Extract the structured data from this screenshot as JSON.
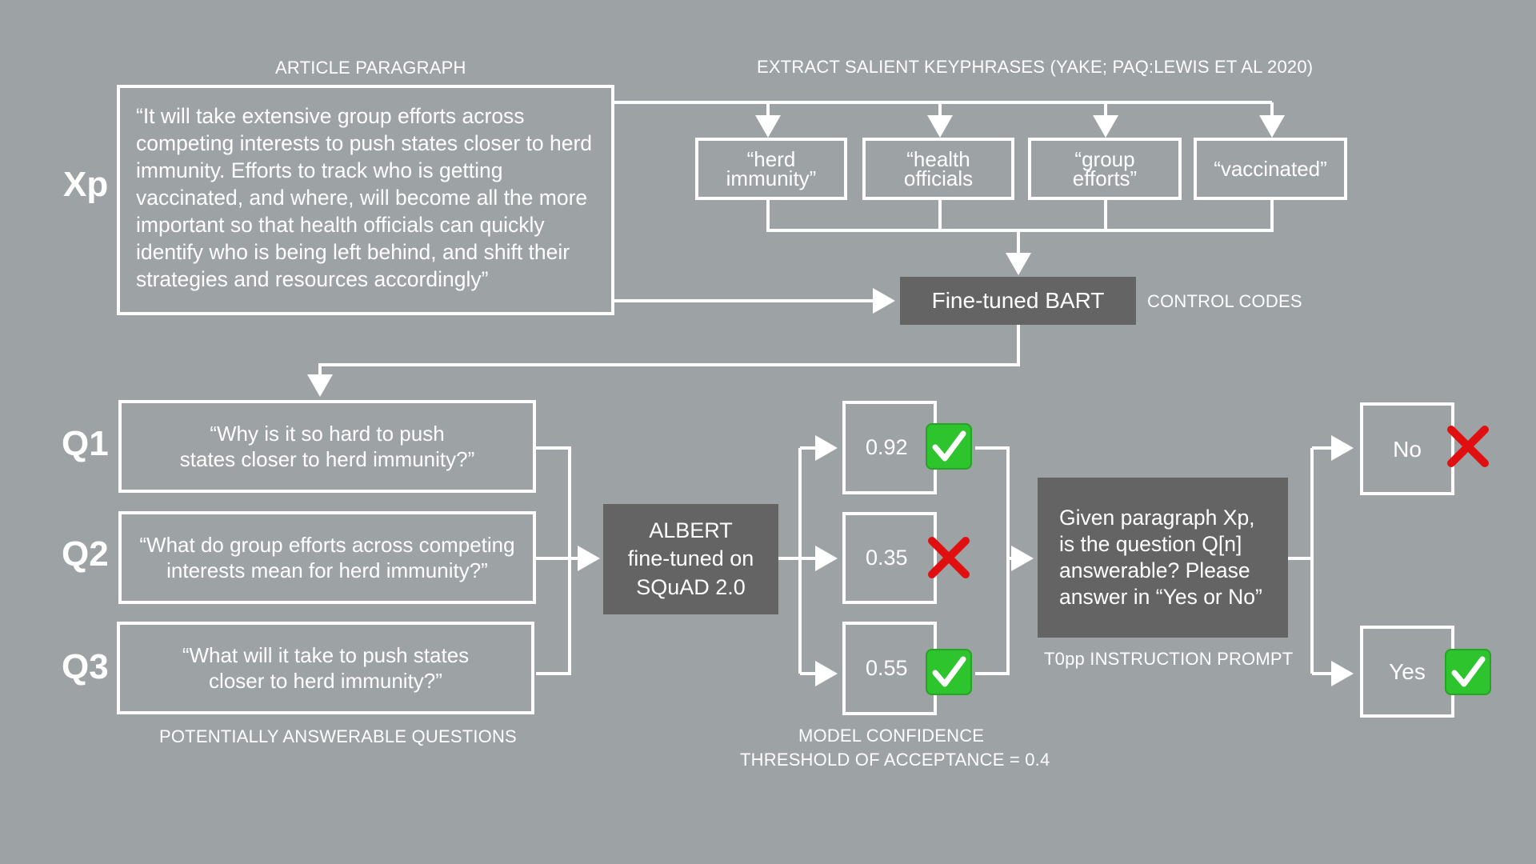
{
  "labels": {
    "xp": "Xp",
    "q1": "Q1",
    "q2": "Q2",
    "q3": "Q3"
  },
  "captions": {
    "article": "ARTICLE PARAGRAPH",
    "extract": "EXTRACT SALIENT KEYPHRASES (YAKE; PAQ:LEWIS ET AL 2020)",
    "control": "CONTROL CODES",
    "questions": "POTENTIALLY ANSWERABLE QUESTIONS",
    "confidence_line1": "MODEL CONFIDENCE",
    "confidence_line2": "THRESHOLD OF ACCEPTANCE = 0.4",
    "instruction": "T0pp INSTRUCTION PROMPT"
  },
  "paragraph": "“It will take extensive group efforts across competing interests to push states closer to herd immunity. Efforts to track who is getting vaccinated, and where, will become all the more important so that health officials can quickly identify who is being left behind, and shift their strategies and resources accordingly”",
  "keyphrases": [
    {
      "line1": "“herd",
      "line2": "immunity”"
    },
    {
      "line1": "“health",
      "line2": "officials"
    },
    {
      "line1": "“group",
      "line2": "efforts”"
    },
    {
      "line1": "“vaccinated”",
      "line2": ""
    }
  ],
  "bart": "Fine-tuned BART",
  "questions": [
    {
      "line1": "“Why is it so hard to push",
      "line2": "states closer to herd immunity?”"
    },
    {
      "line1": "“What do group efforts across competing",
      "line2": "interests mean for herd immunity?”"
    },
    {
      "line1": "“What will it take to push states",
      "line2": "closer to herd immunity?”"
    }
  ],
  "albert": {
    "line1": "ALBERT",
    "line2": "fine-tuned on",
    "line3": "SQuAD 2.0"
  },
  "scores": [
    {
      "value": "0.92",
      "status": "check-icon"
    },
    {
      "value": "0.35",
      "status": "cross-icon"
    },
    {
      "value": "0.55",
      "status": "check-icon"
    }
  ],
  "prompt": {
    "line1": "Given paragraph Xp,",
    "line2": "is the question Q[n]",
    "line3": "answerable? Please",
    "line4": "answer in “Yes or No”"
  },
  "answers": [
    {
      "value": "No",
      "status": "cross-icon"
    },
    {
      "value": "Yes",
      "status": "check-icon"
    }
  ],
  "colors": {
    "background": "#9da2a5",
    "dark_box": "#646464",
    "line": "#ffffff",
    "check": "#2ec42e",
    "cross": "#e01010"
  }
}
